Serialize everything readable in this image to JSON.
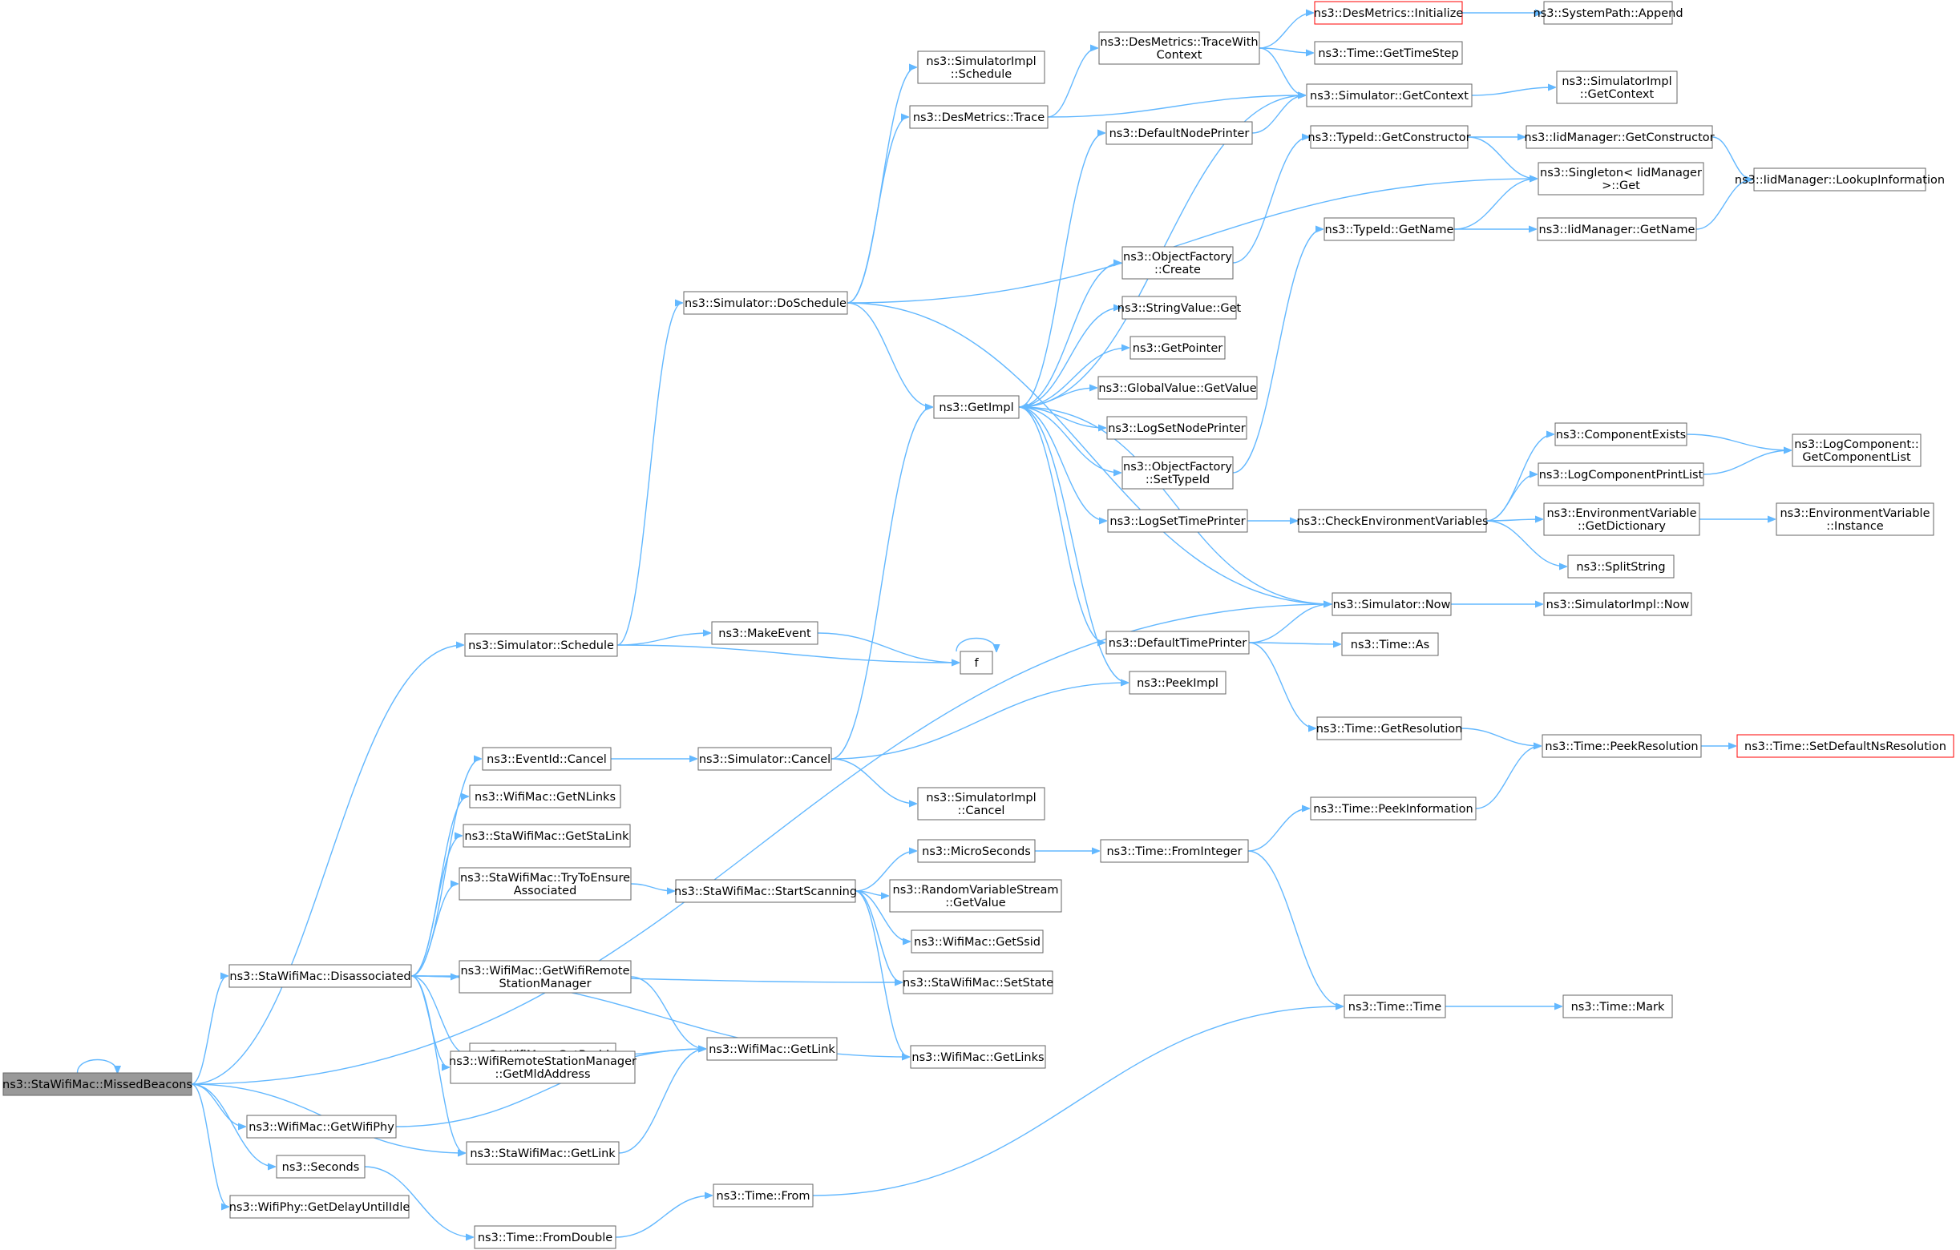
{
  "title": "",
  "colors": {
    "edge": "#63b8ff",
    "node_border": "#666666",
    "root_fill": "#999999",
    "truncated_border": "#ff0000",
    "background": "#ffffff"
  },
  "nodes": [
    {
      "id": "missed",
      "lines": [
        "ns3::StaWifiMac::MissedBeacons"
      ],
      "kind": "root"
    },
    {
      "id": "disassoc",
      "lines": [
        "ns3::StaWifiMac::Disassociated"
      ]
    },
    {
      "id": "getwifiphy",
      "lines": [
        "ns3::WifiMac::GetWifiPhy"
      ]
    },
    {
      "id": "seconds",
      "lines": [
        "ns3::Seconds"
      ]
    },
    {
      "id": "getdelay",
      "lines": [
        "ns3::WifiPhy::GetDelayUntilIdle"
      ]
    },
    {
      "id": "schedule",
      "lines": [
        "ns3::Simulator::Schedule"
      ]
    },
    {
      "id": "eventcancel",
      "lines": [
        "ns3::EventId::Cancel"
      ]
    },
    {
      "id": "getnlinks",
      "lines": [
        "ns3::WifiMac::GetNLinks"
      ]
    },
    {
      "id": "getstalink",
      "lines": [
        "ns3::StaWifiMac::GetStaLink"
      ]
    },
    {
      "id": "tryensure",
      "lines": [
        "ns3::StaWifiMac::TryToEnsure",
        "Associated"
      ]
    },
    {
      "id": "getremote",
      "lines": [
        "ns3::WifiMac::GetWifiRemote",
        "StationManager"
      ]
    },
    {
      "id": "getbssid",
      "lines": [
        "ns3::WifiMac::GetBssid"
      ]
    },
    {
      "id": "getmld",
      "lines": [
        "ns3::WifiRemoteStationManager",
        "::GetMldAddress"
      ]
    },
    {
      "id": "stagetlink",
      "lines": [
        "ns3::StaWifiMac::GetLink"
      ]
    },
    {
      "id": "fromdouble",
      "lines": [
        "ns3::Time::FromDouble"
      ]
    },
    {
      "id": "doschedule",
      "lines": [
        "ns3::Simulator::DoSchedule"
      ]
    },
    {
      "id": "makeevent",
      "lines": [
        "ns3::MakeEvent"
      ]
    },
    {
      "id": "f",
      "lines": [
        "f"
      ]
    },
    {
      "id": "simcancel",
      "lines": [
        "ns3::Simulator::Cancel"
      ]
    },
    {
      "id": "startscan",
      "lines": [
        "ns3::StaWifiMac::StartScanning"
      ]
    },
    {
      "id": "wmgetlink",
      "lines": [
        "ns3::WifiMac::GetLink"
      ]
    },
    {
      "id": "timefrom",
      "lines": [
        "ns3::Time::From"
      ]
    },
    {
      "id": "siSchedule",
      "lines": [
        "ns3::SimulatorImpl",
        "::Schedule"
      ]
    },
    {
      "id": "desTrace",
      "lines": [
        "ns3::DesMetrics::Trace"
      ]
    },
    {
      "id": "getimpl",
      "lines": [
        "ns3::GetImpl"
      ]
    },
    {
      "id": "siCancel",
      "lines": [
        "ns3::SimulatorImpl",
        "::Cancel"
      ]
    },
    {
      "id": "micro",
      "lines": [
        "ns3::MicroSeconds"
      ]
    },
    {
      "id": "rvsGet",
      "lines": [
        "ns3::RandomVariableStream",
        "::GetValue"
      ]
    },
    {
      "id": "getssid",
      "lines": [
        "ns3::WifiMac::GetSsid"
      ]
    },
    {
      "id": "setstate",
      "lines": [
        "ns3::StaWifiMac::SetState"
      ]
    },
    {
      "id": "getlinks",
      "lines": [
        "ns3::WifiMac::GetLinks"
      ]
    },
    {
      "id": "traceCtx",
      "lines": [
        "ns3::DesMetrics::TraceWith",
        "Context"
      ]
    },
    {
      "id": "defNode",
      "lines": [
        "ns3::DefaultNodePrinter"
      ]
    },
    {
      "id": "ofCreate",
      "lines": [
        "ns3::ObjectFactory",
        "::Create"
      ]
    },
    {
      "id": "svGet",
      "lines": [
        "ns3::StringValue::Get"
      ]
    },
    {
      "id": "getptr",
      "lines": [
        "ns3::GetPointer"
      ]
    },
    {
      "id": "gvGet",
      "lines": [
        "ns3::GlobalValue::GetValue"
      ]
    },
    {
      "id": "logNode",
      "lines": [
        "ns3::LogSetNodePrinter"
      ]
    },
    {
      "id": "ofSetType",
      "lines": [
        "ns3::ObjectFactory",
        "::SetTypeId"
      ]
    },
    {
      "id": "logTime",
      "lines": [
        "ns3::LogSetTimePrinter"
      ]
    },
    {
      "id": "defTime",
      "lines": [
        "ns3::DefaultTimePrinter"
      ]
    },
    {
      "id": "peekimpl",
      "lines": [
        "ns3::PeekImpl"
      ]
    },
    {
      "id": "fromint",
      "lines": [
        "ns3::Time::FromInteger"
      ]
    },
    {
      "id": "desInit",
      "lines": [
        "ns3::DesMetrics::Initialize"
      ],
      "kind": "trunc"
    },
    {
      "id": "getstep",
      "lines": [
        "ns3::Time::GetTimeStep"
      ]
    },
    {
      "id": "getctx",
      "lines": [
        "ns3::Simulator::GetContext"
      ]
    },
    {
      "id": "tidGetCons",
      "lines": [
        "ns3::TypeId::GetConstructor"
      ]
    },
    {
      "id": "tidGetName",
      "lines": [
        "ns3::TypeId::GetName"
      ]
    },
    {
      "id": "checkEnv",
      "lines": [
        "ns3::CheckEnvironmentVariables"
      ]
    },
    {
      "id": "simNow",
      "lines": [
        "ns3::Simulator::Now"
      ]
    },
    {
      "id": "timeAs",
      "lines": [
        "ns3::Time::As"
      ]
    },
    {
      "id": "getres",
      "lines": [
        "ns3::Time::GetResolution"
      ]
    },
    {
      "id": "peekinfo",
      "lines": [
        "ns3::Time::PeekInformation"
      ]
    },
    {
      "id": "timeTime",
      "lines": [
        "ns3::Time::Time"
      ]
    },
    {
      "id": "sysAppend",
      "lines": [
        "ns3::SystemPath::Append"
      ]
    },
    {
      "id": "siGetCtx",
      "lines": [
        "ns3::SimulatorImpl",
        "::GetContext"
      ]
    },
    {
      "id": "iidGetCons",
      "lines": [
        "ns3::IidManager::GetConstructor"
      ]
    },
    {
      "id": "singleton",
      "lines": [
        "ns3::Singleton< IidManager",
        ">::Get"
      ]
    },
    {
      "id": "iidGetName",
      "lines": [
        "ns3::IidManager::GetName"
      ]
    },
    {
      "id": "compExists",
      "lines": [
        "ns3::ComponentExists"
      ]
    },
    {
      "id": "logCompPrint",
      "lines": [
        "ns3::LogComponentPrintList"
      ]
    },
    {
      "id": "envGetDict",
      "lines": [
        "ns3::EnvironmentVariable",
        "::GetDictionary"
      ]
    },
    {
      "id": "splitStr",
      "lines": [
        "ns3::SplitString"
      ]
    },
    {
      "id": "siNow",
      "lines": [
        "ns3::SimulatorImpl::Now"
      ]
    },
    {
      "id": "peekres",
      "lines": [
        "ns3::Time::PeekResolution"
      ]
    },
    {
      "id": "timeMark",
      "lines": [
        "ns3::Time::Mark"
      ]
    },
    {
      "id": "iidLookup",
      "lines": [
        "ns3::IidManager::LookupInformation"
      ]
    },
    {
      "id": "logCompGet",
      "lines": [
        "ns3::LogComponent::",
        "GetComponentList"
      ]
    },
    {
      "id": "envInst",
      "lines": [
        "ns3::EnvironmentVariable",
        "::Instance"
      ]
    },
    {
      "id": "setDefRes",
      "lines": [
        "ns3::Time::SetDefaultNsResolution"
      ],
      "kind": "trunc"
    }
  ],
  "edges": [
    [
      "missed",
      "missed"
    ],
    [
      "missed",
      "disassoc"
    ],
    [
      "missed",
      "getwifiphy"
    ],
    [
      "missed",
      "seconds"
    ],
    [
      "missed",
      "getdelay"
    ],
    [
      "missed",
      "schedule"
    ],
    [
      "missed",
      "stagetlink"
    ],
    [
      "missed",
      "simNow"
    ],
    [
      "disassoc",
      "eventcancel"
    ],
    [
      "disassoc",
      "getnlinks"
    ],
    [
      "disassoc",
      "getstalink"
    ],
    [
      "disassoc",
      "tryensure"
    ],
    [
      "disassoc",
      "getremote"
    ],
    [
      "disassoc",
      "getbssid"
    ],
    [
      "disassoc",
      "getmld"
    ],
    [
      "disassoc",
      "stagetlink"
    ],
    [
      "disassoc",
      "setstate"
    ],
    [
      "disassoc",
      "getlinks"
    ],
    [
      "getwifiphy",
      "wmgetlink"
    ],
    [
      "seconds",
      "fromdouble"
    ],
    [
      "fromdouble",
      "timefrom"
    ],
    [
      "timefrom",
      "timeTime"
    ],
    [
      "schedule",
      "doschedule"
    ],
    [
      "schedule",
      "makeevent"
    ],
    [
      "schedule",
      "f"
    ],
    [
      "makeevent",
      "f"
    ],
    [
      "f",
      "f"
    ],
    [
      "eventcancel",
      "simcancel"
    ],
    [
      "simcancel",
      "getimpl"
    ],
    [
      "simcancel",
      "peekimpl"
    ],
    [
      "simcancel",
      "siCancel"
    ],
    [
      "tryensure",
      "startscan"
    ],
    [
      "getremote",
      "wmgetlink"
    ],
    [
      "getbssid",
      "wmgetlink"
    ],
    [
      "stagetlink",
      "wmgetlink"
    ],
    [
      "startscan",
      "micro"
    ],
    [
      "startscan",
      "rvsGet"
    ],
    [
      "startscan",
      "getssid"
    ],
    [
      "startscan",
      "setstate"
    ],
    [
      "startscan",
      "getlinks"
    ],
    [
      "doschedule",
      "siSchedule"
    ],
    [
      "doschedule",
      "desTrace"
    ],
    [
      "doschedule",
      "getimpl"
    ],
    [
      "doschedule",
      "singleton"
    ],
    [
      "doschedule",
      "simNow"
    ],
    [
      "desTrace",
      "traceCtx"
    ],
    [
      "desTrace",
      "getctx"
    ],
    [
      "traceCtx",
      "desInit"
    ],
    [
      "traceCtx",
      "getstep"
    ],
    [
      "traceCtx",
      "getctx"
    ],
    [
      "desInit",
      "sysAppend"
    ],
    [
      "getctx",
      "siGetCtx"
    ],
    [
      "getimpl",
      "defNode"
    ],
    [
      "getimpl",
      "ofCreate"
    ],
    [
      "getimpl",
      "svGet"
    ],
    [
      "getimpl",
      "getptr"
    ],
    [
      "getimpl",
      "gvGet"
    ],
    [
      "getimpl",
      "logNode"
    ],
    [
      "getimpl",
      "ofSetType"
    ],
    [
      "getimpl",
      "logTime"
    ],
    [
      "getimpl",
      "defTime"
    ],
    [
      "getimpl",
      "peekimpl"
    ],
    [
      "getimpl",
      "getctx"
    ],
    [
      "defNode",
      "getctx"
    ],
    [
      "ofCreate",
      "tidGetCons"
    ],
    [
      "ofSetType",
      "tidGetName"
    ],
    [
      "logTime",
      "checkEnv"
    ],
    [
      "defTime",
      "simNow"
    ],
    [
      "defTime",
      "timeAs"
    ],
    [
      "defTime",
      "getres"
    ],
    [
      "tidGetCons",
      "iidGetCons"
    ],
    [
      "tidGetCons",
      "singleton"
    ],
    [
      "tidGetName",
      "singleton"
    ],
    [
      "tidGetName",
      "iidGetName"
    ],
    [
      "iidGetCons",
      "iidLookup"
    ],
    [
      "iidGetName",
      "iidLookup"
    ],
    [
      "checkEnv",
      "compExists"
    ],
    [
      "checkEnv",
      "logCompPrint"
    ],
    [
      "checkEnv",
      "envGetDict"
    ],
    [
      "checkEnv",
      "splitStr"
    ],
    [
      "compExists",
      "logCompGet"
    ],
    [
      "logCompPrint",
      "logCompGet"
    ],
    [
      "envGetDict",
      "envInst"
    ],
    [
      "simNow",
      "getimpl"
    ],
    [
      "simNow",
      "siNow"
    ],
    [
      "getres",
      "peekres"
    ],
    [
      "peekres",
      "setDefRes"
    ],
    [
      "peekinfo",
      "peekres"
    ],
    [
      "micro",
      "fromint"
    ],
    [
      "fromint",
      "peekinfo"
    ],
    [
      "fromint",
      "timeTime"
    ],
    [
      "timeTime",
      "timeMark"
    ]
  ]
}
